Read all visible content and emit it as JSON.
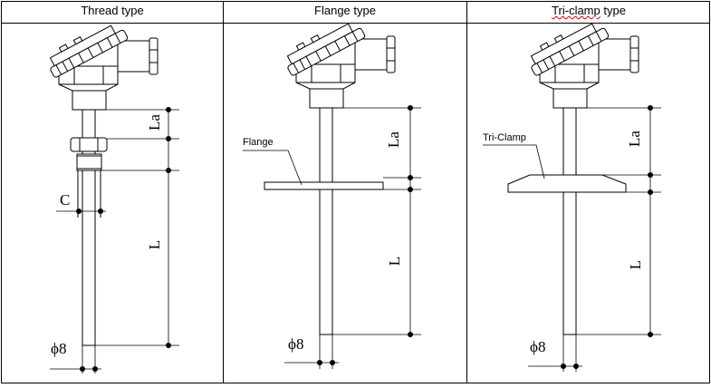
{
  "columns": [
    {
      "title": "Thread type",
      "dims": {
        "la": "La",
        "l": "L",
        "c": "C",
        "phi": "ϕ8"
      }
    },
    {
      "title": "Flange type",
      "callout": "Flange",
      "dims": {
        "la": "La",
        "l": "L",
        "phi": "ϕ8"
      }
    },
    {
      "title_a": "Tri-clamp",
      "title_b": " type",
      "callout": "Tri-Clamp",
      "dims": {
        "la": "La",
        "l": "L",
        "phi": "ϕ8"
      }
    }
  ]
}
